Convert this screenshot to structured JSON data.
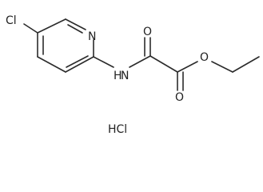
{
  "molecule": {
    "atoms": {
      "chlorine": "Cl",
      "pyridine_nitrogen": "N",
      "amide_nitrogen": "N",
      "amide_hydrogen": "H",
      "amide_oxygen": "O",
      "ester_carbonyl_oxygen": "O",
      "ester_oxygen": "O"
    },
    "salt": "HCl"
  },
  "colors": {
    "bond": "#2b2b2b",
    "label": "#222222",
    "background": "#ffffff"
  }
}
